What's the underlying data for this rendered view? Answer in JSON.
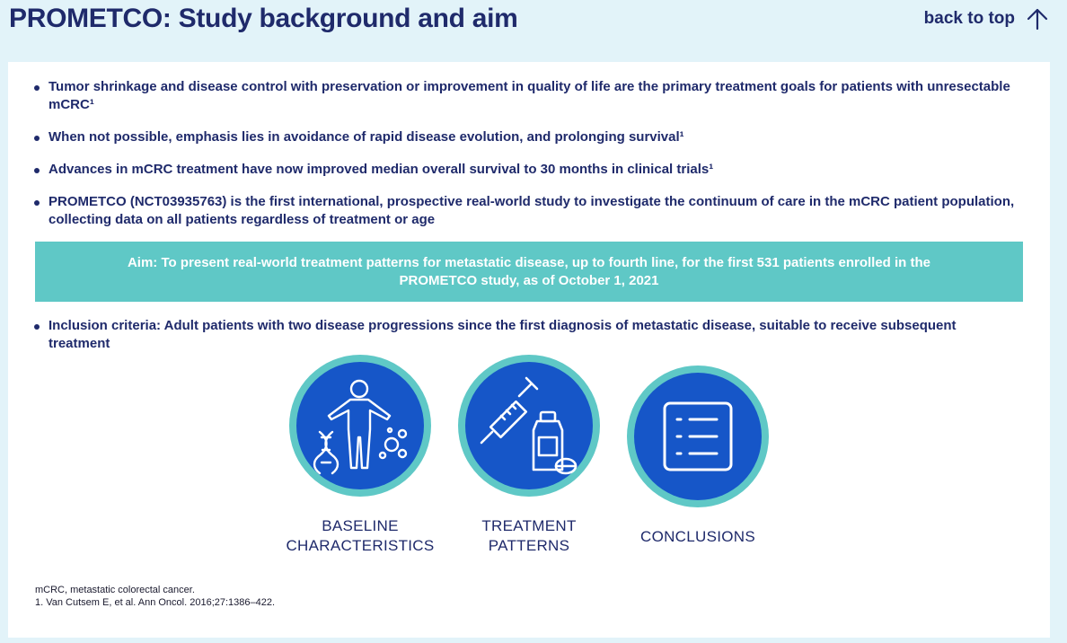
{
  "header": {
    "title": "PROMETCO: Study background and aim",
    "back_to_top": "back to top"
  },
  "bullets": [
    "Tumor shrinkage and disease control with preservation or improvement in quality of life are the primary treatment goals for patients with unresectable mCRC¹",
    "When not possible, emphasis lies in avoidance of rapid disease evolution, and prolonging survival¹",
    "Advances in mCRC treatment have now improved median overall survival to 30 months in clinical trials¹",
    "PROMETCO (NCT03935763) is the first international, prospective real-world study to investigate the continuum of care in the mCRC patient population, collecting data on all patients regardless of treatment or age"
  ],
  "aim": "Aim: To present real-world treatment patterns for metastatic disease, up to fourth line, for the first 531 patients enrolled in the PROMETCO study, as of October 1, 2021",
  "inclusion": "Inclusion criteria: Adult patients with two disease progressions since the first diagnosis of metastatic disease, suitable to receive subsequent treatment",
  "nav_icons": [
    {
      "label_line1": "BASELINE",
      "label_line2": "CHARACTERISTICS",
      "icon": "body-dna-icon"
    },
    {
      "label_line1": "TREATMENT",
      "label_line2": "PATTERNS",
      "icon": "syringe-bottle-icon"
    },
    {
      "label_line1": "CONCLUSIONS",
      "label_line2": "",
      "icon": "list-document-icon"
    }
  ],
  "footnotes": {
    "abbrev": "mCRC, metastatic colorectal cancer.",
    "ref1": "1. Van Cutsem E, et al. Ann Oncol. 2016;27:1386–422."
  },
  "colors": {
    "navy": "#1f2a6b",
    "teal": "#5fc8c6",
    "blue": "#1656c8",
    "background": "#e2f3f9"
  }
}
